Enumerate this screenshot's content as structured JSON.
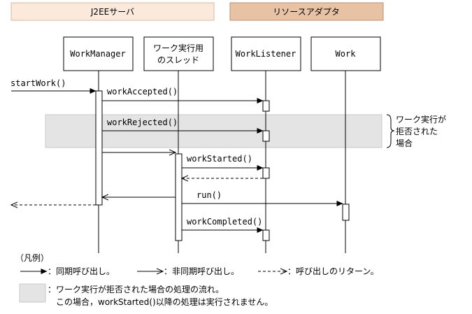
{
  "groups": {
    "server": "J2EEサーバ",
    "adapter": "リソースアダプタ"
  },
  "participants": {
    "work_manager": "WorkManager",
    "thread_line1": "ワーク実行用",
    "thread_line2": "のスレッド",
    "work_listener": "WorkListener",
    "work": "Work"
  },
  "messages": {
    "start_work": "startWork()",
    "work_accepted": "workAccepted()",
    "work_rejected": "workRejected()",
    "work_started": "workStarted()",
    "run": "run()",
    "work_completed": "workCompleted()"
  },
  "rejected_note": [
    "ワーク実行が",
    "拒否された",
    "場合"
  ],
  "legend": {
    "title": "（凡例）",
    "sync_call": "：同期呼び出し。",
    "async_call": "：非同期呼び出し。",
    "return": "：呼び出しのリターン。",
    "shaded_line1": "：ワーク実行が拒否された場合の処理の流れ。",
    "shaded_line2": "この場合，workStarted()以降の処理は実行されません。"
  },
  "colors": {
    "server_header_bg": "#fbe9dc",
    "adapter_header_bg": "#e8c2a4",
    "rejected_band": "#e4e4e4"
  }
}
